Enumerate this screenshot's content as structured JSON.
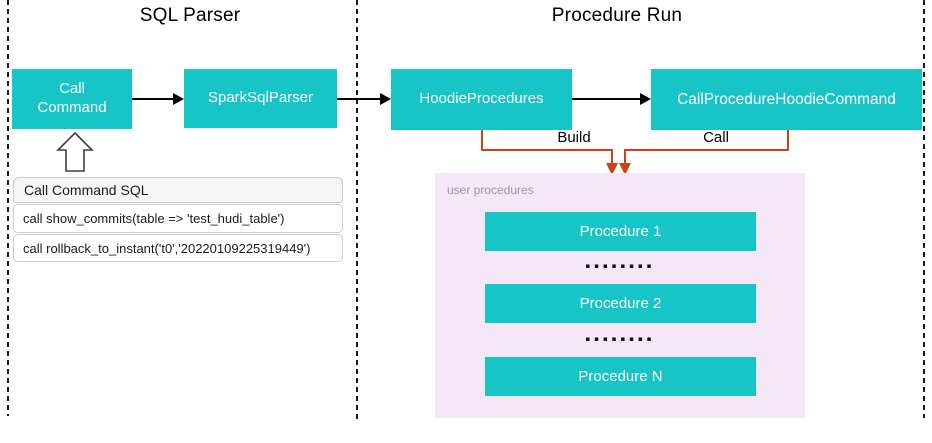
{
  "lanes": {
    "sql_parser_title": "SQL Parser",
    "procedure_run_title": "Procedure Run"
  },
  "nodes": {
    "call_command": "Call Command",
    "spark_sql_parser": "SparkSqlParser",
    "hoodie_procedures": "HoodieProcedures",
    "call_procedure_hoodie_command": "CallProcedureHoodieCommand"
  },
  "edges": {
    "build_label": "Build",
    "call_label": "Call"
  },
  "sql_table": {
    "header": "Call Command SQL",
    "rows": [
      "call show_commits(table => 'test_hudi_table')",
      "call rollback_to_instant('t0','20220109225319449')"
    ]
  },
  "user_procedures": {
    "label": "user procedures",
    "items": [
      "Procedure 1",
      "Procedure 2",
      "Procedure N"
    ],
    "dots": "▪▪▪▪▪▪▪▪"
  },
  "colors": {
    "node_teal": "#17c5c6",
    "connector_orange": "#cc4217",
    "panel_lavender": "#f4e7f8",
    "arrow_black": "#000000"
  }
}
